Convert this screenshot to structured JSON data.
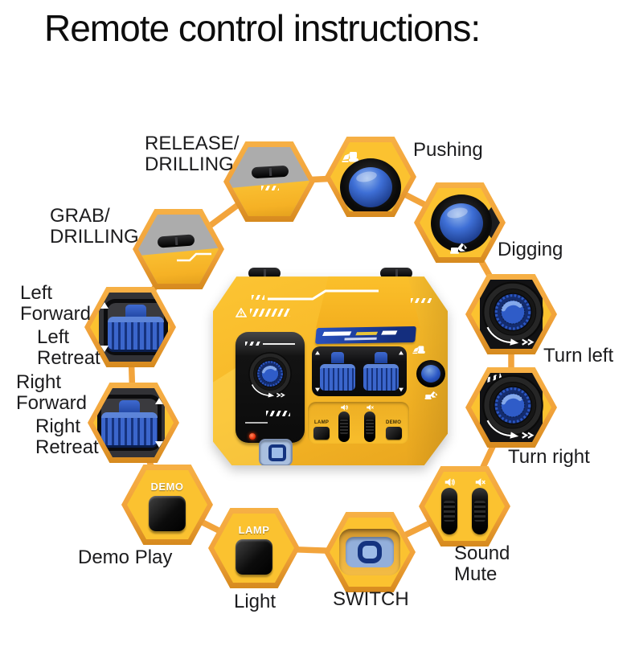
{
  "title": "Remote control instructions:",
  "colors": {
    "accent_orange": "#F1A23A",
    "body_yellow": "#FBC230",
    "button_blue": "#2B57C4",
    "panel_black": "#121214",
    "photo_gray": "#ACACAC",
    "text": "#1C1C1E"
  },
  "callouts": {
    "release_drilling": {
      "label": "RELEASE/\nDRILLING"
    },
    "pushing": {
      "label": "Pushing"
    },
    "grab_drilling": {
      "label": "GRAB/\nDRILLING"
    },
    "digging": {
      "label": "Digging"
    },
    "left_track": {
      "forward_label": "Left\nForward",
      "retreat_label": "Left\nRetreat"
    },
    "turn_left": {
      "label": "Turn left"
    },
    "right_track": {
      "forward_label": "Right\nForward",
      "retreat_label": "Right\nRetreat"
    },
    "turn_right": {
      "label": "Turn right"
    },
    "demo": {
      "button_text": "DEMO",
      "label": "Demo Play"
    },
    "sound_mute": {
      "label": "Sound\nMute"
    },
    "lamp": {
      "button_text": "LAMP",
      "label": "Light"
    },
    "switch": {
      "label": "SWITCH"
    }
  },
  "remote": {
    "lamp_button_label": "LAMP",
    "demo_button_label": "DEMO"
  }
}
